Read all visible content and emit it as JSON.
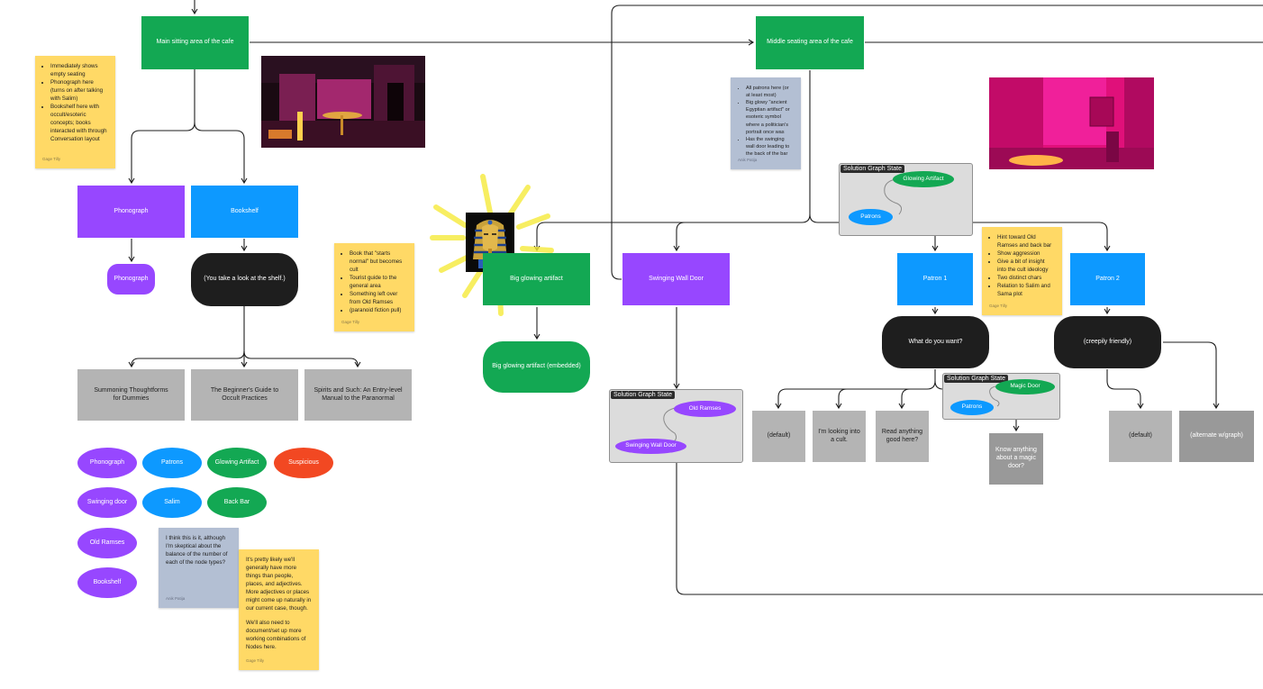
{
  "nodes": {
    "main_area": "Main sitting area of the cafe",
    "middle_area": "Middle seating area of the cafe",
    "phonograph": "Phonograph",
    "bookshelf": "Bookshelf",
    "phonograph_out": "Phonograph",
    "shelf_look": "(You take a look at the shelf.)",
    "book1": "Summoning Thoughtforms for Dummies",
    "book2": "The Beginner's Guide to Occult Practices",
    "book3": "Spirits and Such: An Entry-level Manual to the Paranormal",
    "artifact": "Big glowing artifact",
    "artifact_embedded": "Big glowing artifact (embedded)",
    "swinging_door": "Swinging Wall Door",
    "patron1": "Patron 1",
    "patron2": "Patron 2",
    "what_want": "What do you want?",
    "creepily": "(creepily friendly)",
    "p1_default": "(default)",
    "p1_cult": "I'm looking into a cult.",
    "p1_read": "Read anything good here?",
    "p1_magic": "Know anything about a magic door?",
    "p2_default": "(default)",
    "p2_alt": "(alternate w/graph)"
  },
  "legend": {
    "phonograph": "Phonograph",
    "patrons": "Patrons",
    "glowing": "Glowing Artifact",
    "suspicious": "Suspicious",
    "swinging": "Swinging door",
    "salim": "Salim",
    "backbar": "Back Bar",
    "oldramses": "Old Ramses",
    "bookshelf": "Bookshelf"
  },
  "sgs": {
    "title": "Solution Graph State",
    "s1_a": "Glowing Artifact",
    "s1_b": "Patrons",
    "s2_a": "Old Ramses",
    "s2_b": "Swinging Wall Door",
    "s3_a": "Magic Door",
    "s3_b": "Patrons"
  },
  "stickies": {
    "s1": {
      "items": [
        "Immediately shows empty seating",
        "Phonograph here (turns on after talking with Salim)",
        "Bookshelf here with occult/esoteric concepts; books interacted with through Conversation layout"
      ],
      "author": "Gage Tilly"
    },
    "s2": {
      "items": [
        "Book that \"starts normal\" but becomes cult",
        "Tourist guide to the general area",
        "Something left over from Old Ramses",
        "(paranoid fiction pull)"
      ],
      "author": "Gage Tilly"
    },
    "s3": {
      "items": [
        "All patrons here (or at least most)",
        "Big glowy \"ancient Egyptian artifact\" or esoteric symbol where a politician's portrait once was",
        "Has the swinging wall door leading to the back of the bar"
      ],
      "author": "Anik Patija"
    },
    "s4": {
      "items": [
        "Hint toward Old Ramses and back bar",
        "Show aggression",
        "Give a bit of insight into the cult ideology",
        "Two distinct chars",
        "Relation to Salim and Sama plot"
      ],
      "author": "Gage Tilly"
    },
    "s5": {
      "text": "I think this is it, although I'm skeptical about the balance of the number of each of the node types?",
      "author": "Anik Patija"
    },
    "s6": {
      "p1": "It's pretty likely we'll generally have more things than people, places, and adjectives. More adjectives or places might come up naturally in our current case, though.",
      "p2": "We'll also need to document/set up more working combinations of Nodes here.",
      "author": "Gage Tilly"
    }
  },
  "colors": {
    "green": "#13a853",
    "purple": "#9747ff",
    "blue": "#0d99ff",
    "black": "#1e1e1e",
    "red": "#f24822",
    "sticky_yellow": "#ffd966",
    "sticky_slate": "#b3bfd3"
  }
}
